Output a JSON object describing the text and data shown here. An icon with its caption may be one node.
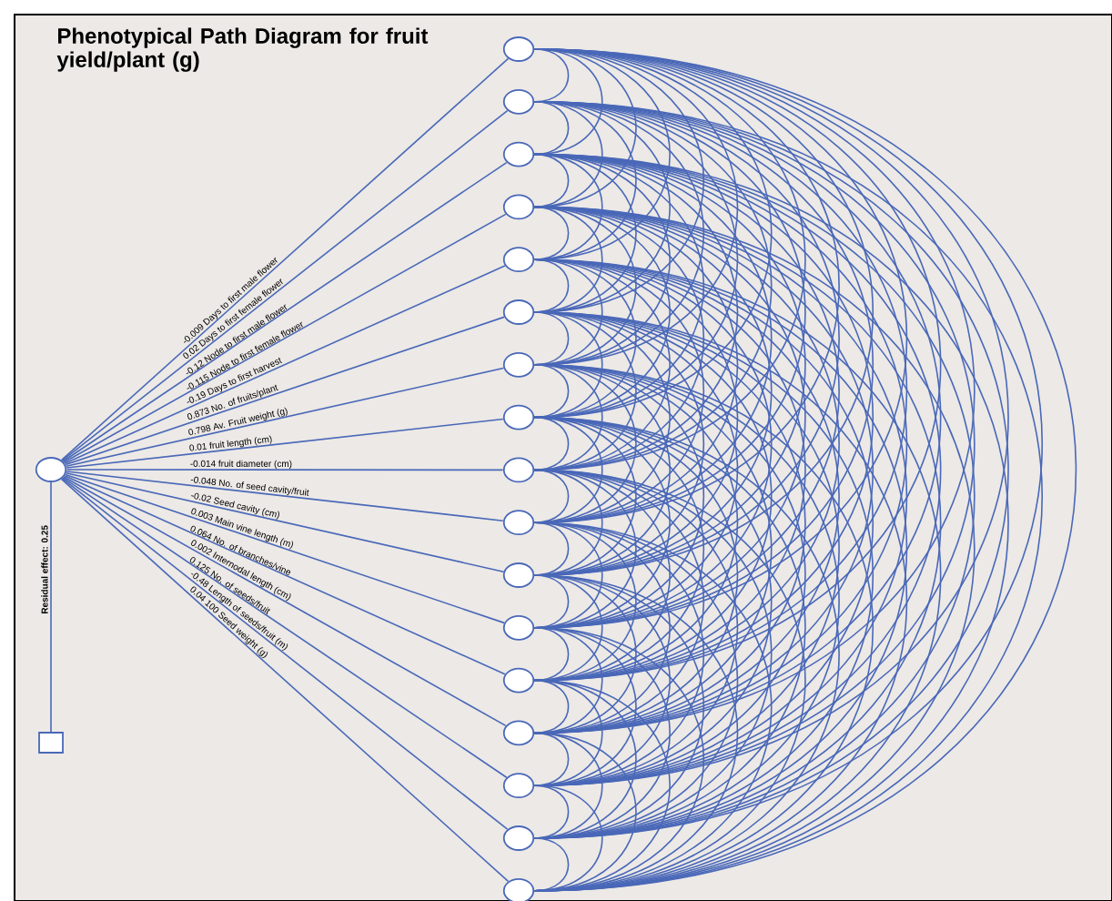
{
  "diagram": {
    "title": "Phenotypical Path Diagram for fruit yield/plant (g)",
    "nodes": [
      {
        "text": [],
        "shape": "circle"
      },
      {
        "text": [],
        "shape": "circle"
      },
      {
        "text": [],
        "shape": "circle"
      },
      {
        "text": [],
        "shape": "circle"
      },
      {
        "text": [],
        "shape": "circle"
      },
      {
        "text": [],
        "shape": "circle"
      },
      {
        "text": [],
        "shape": "circle"
      },
      {
        "text": [],
        "shape": "circle"
      },
      {
        "text": [],
        "shape": "circle"
      },
      {
        "text": [],
        "shape": "circle"
      },
      {
        "text": [],
        "shape": "circle"
      },
      {
        "text": [],
        "shape": "circle"
      },
      {
        "text": [],
        "shape": "circle"
      },
      {
        "text": [],
        "shape": "circle"
      },
      {
        "text": [],
        "shape": "circle"
      },
      {
        "text": [],
        "shape": "circle"
      },
      {
        "text": [],
        "shape": "circle"
      },
      {
        "text": [],
        "shape": "circle"
      },
      {
        "text": [],
        "shape": "box"
      }
    ],
    "edges": [
      {
        "from": 0,
        "to": 1,
        "arrow": "none",
        "label": "-0.009 Days to first male flower"
      },
      {
        "from": 0,
        "to": 2,
        "arrow": "none",
        "label": "0.02 Days to first female flower"
      },
      {
        "from": 0,
        "to": 3,
        "arrow": "none",
        "label": "-0.12 Node to first male flower"
      },
      {
        "from": 0,
        "to": 4,
        "arrow": "none",
        "label": "-0.115 Node to first female flower"
      },
      {
        "from": 0,
        "to": 5,
        "arrow": "none",
        "label": "-0.19 Days to first harvest"
      },
      {
        "from": 0,
        "to": 6,
        "arrow": "none",
        "label": "0.873 No. of fruits/plant"
      },
      {
        "from": 0,
        "to": 7,
        "arrow": "none",
        "label": "0.798 Av. Fruit weight (g)"
      },
      {
        "from": 0,
        "to": 8,
        "arrow": "none",
        "label": "0.01 fruit length (cm)"
      },
      {
        "from": 0,
        "to": 9,
        "arrow": "none",
        "label": "-0.014 fruit diameter (cm)"
      },
      {
        "from": 0,
        "to": 10,
        "arrow": "none",
        "label": "-0.048 No. of seed cavity/fruit"
      },
      {
        "from": 0,
        "to": 11,
        "arrow": "none",
        "label": "-0.02 Seed cavity (cm)"
      },
      {
        "from": 0,
        "to": 12,
        "arrow": "none",
        "label": "0.003 Main vine length (m)"
      },
      {
        "from": 0,
        "to": 13,
        "arrow": "none",
        "label": "0.064 No. of branches/vine"
      },
      {
        "from": 0,
        "to": 14,
        "arrow": "none",
        "label": "0.002 Internodal length (cm)"
      },
      {
        "from": 0,
        "to": 15,
        "arrow": "none",
        "label": "0.125 No. of seeds/fruit"
      },
      {
        "from": 0,
        "to": 16,
        "arrow": "none",
        "label": "-0.48 Length of seeds/fruit (m)"
      },
      {
        "from": 0,
        "to": 17,
        "arrow": "none",
        "label": "0.04 100 Seed weight (g)"
      },
      {
        "from": 0,
        "to": 18,
        "arrow": "none",
        "label": "Residual effect: 0.25"
      },
      {
        "from": 1,
        "to": 2,
        "arrow": "none"
      },
      {
        "from": 1,
        "to": 3,
        "arrow": "none"
      },
      {
        "from": 1,
        "to": 4,
        "arrow": "none"
      },
      {
        "from": 1,
        "to": 5,
        "arrow": "none"
      },
      {
        "from": 1,
        "to": 6,
        "arrow": "none"
      },
      {
        "from": 1,
        "to": 7,
        "arrow": "none"
      },
      {
        "from": 1,
        "to": 8,
        "arrow": "none"
      },
      {
        "from": 1,
        "to": 9,
        "arrow": "none"
      },
      {
        "from": 1,
        "to": 10,
        "arrow": "none"
      },
      {
        "from": 1,
        "to": 11,
        "arrow": "none"
      },
      {
        "from": 1,
        "to": 12,
        "arrow": "none"
      },
      {
        "from": 1,
        "to": 13,
        "arrow": "none"
      },
      {
        "from": 1,
        "to": 14,
        "arrow": "none"
      },
      {
        "from": 1,
        "to": 15,
        "arrow": "none"
      },
      {
        "from": 1,
        "to": 16,
        "arrow": "none"
      },
      {
        "from": 1,
        "to": 17,
        "arrow": "none"
      },
      {
        "from": 2,
        "to": 3,
        "arrow": "none"
      },
      {
        "from": 2,
        "to": 4,
        "arrow": "none"
      },
      {
        "from": 2,
        "to": 5,
        "arrow": "none"
      },
      {
        "from": 2,
        "to": 6,
        "arrow": "none"
      },
      {
        "from": 2,
        "to": 7,
        "arrow": "none"
      },
      {
        "from": 2,
        "to": 8,
        "arrow": "none"
      },
      {
        "from": 2,
        "to": 9,
        "arrow": "none"
      },
      {
        "from": 2,
        "to": 10,
        "arrow": "none"
      },
      {
        "from": 2,
        "to": 11,
        "arrow": "none"
      },
      {
        "from": 2,
        "to": 12,
        "arrow": "none"
      },
      {
        "from": 2,
        "to": 13,
        "arrow": "none"
      },
      {
        "from": 2,
        "to": 14,
        "arrow": "none"
      },
      {
        "from": 2,
        "to": 15,
        "arrow": "none"
      },
      {
        "from": 2,
        "to": 16,
        "arrow": "none"
      },
      {
        "from": 2,
        "to": 17,
        "arrow": "none"
      },
      {
        "from": 3,
        "to": 4,
        "arrow": "none"
      },
      {
        "from": 3,
        "to": 5,
        "arrow": "none"
      },
      {
        "from": 3,
        "to": 6,
        "arrow": "none"
      },
      {
        "from": 3,
        "to": 7,
        "arrow": "none"
      },
      {
        "from": 3,
        "to": 8,
        "arrow": "none"
      },
      {
        "from": 3,
        "to": 9,
        "arrow": "none"
      },
      {
        "from": 3,
        "to": 10,
        "arrow": "none"
      },
      {
        "from": 3,
        "to": 11,
        "arrow": "none"
      },
      {
        "from": 3,
        "to": 12,
        "arrow": "none"
      },
      {
        "from": 3,
        "to": 13,
        "arrow": "none"
      },
      {
        "from": 3,
        "to": 14,
        "arrow": "none"
      },
      {
        "from": 3,
        "to": 15,
        "arrow": "none"
      },
      {
        "from": 3,
        "to": 16,
        "arrow": "none"
      },
      {
        "from": 3,
        "to": 17,
        "arrow": "none"
      },
      {
        "from": 4,
        "to": 5,
        "arrow": "none"
      },
      {
        "from": 4,
        "to": 6,
        "arrow": "none"
      },
      {
        "from": 4,
        "to": 7,
        "arrow": "none"
      },
      {
        "from": 4,
        "to": 8,
        "arrow": "none"
      },
      {
        "from": 4,
        "to": 9,
        "arrow": "none"
      },
      {
        "from": 4,
        "to": 10,
        "arrow": "none"
      },
      {
        "from": 4,
        "to": 11,
        "arrow": "none"
      },
      {
        "from": 4,
        "to": 12,
        "arrow": "none"
      },
      {
        "from": 4,
        "to": 13,
        "arrow": "none"
      },
      {
        "from": 4,
        "to": 14,
        "arrow": "none"
      },
      {
        "from": 4,
        "to": 15,
        "arrow": "none"
      },
      {
        "from": 4,
        "to": 16,
        "arrow": "none"
      },
      {
        "from": 4,
        "to": 17,
        "arrow": "none"
      },
      {
        "from": 5,
        "to": 6,
        "arrow": "none"
      },
      {
        "from": 5,
        "to": 7,
        "arrow": "none"
      },
      {
        "from": 5,
        "to": 8,
        "arrow": "none"
      },
      {
        "from": 5,
        "to": 9,
        "arrow": "none"
      },
      {
        "from": 5,
        "to": 10,
        "arrow": "none"
      },
      {
        "from": 5,
        "to": 11,
        "arrow": "none"
      },
      {
        "from": 5,
        "to": 12,
        "arrow": "none"
      },
      {
        "from": 5,
        "to": 13,
        "arrow": "none"
      },
      {
        "from": 5,
        "to": 14,
        "arrow": "none"
      },
      {
        "from": 5,
        "to": 15,
        "arrow": "none"
      },
      {
        "from": 5,
        "to": 16,
        "arrow": "none"
      },
      {
        "from": 5,
        "to": 17,
        "arrow": "none"
      },
      {
        "from": 6,
        "to": 7,
        "arrow": "none"
      },
      {
        "from": 6,
        "to": 8,
        "arrow": "none"
      },
      {
        "from": 6,
        "to": 9,
        "arrow": "none"
      },
      {
        "from": 6,
        "to": 10,
        "arrow": "none"
      },
      {
        "from": 6,
        "to": 11,
        "arrow": "none"
      },
      {
        "from": 6,
        "to": 12,
        "arrow": "none"
      },
      {
        "from": 6,
        "to": 13,
        "arrow": "none"
      },
      {
        "from": 6,
        "to": 14,
        "arrow": "none"
      },
      {
        "from": 6,
        "to": 15,
        "arrow": "none"
      },
      {
        "from": 6,
        "to": 16,
        "arrow": "none"
      },
      {
        "from": 6,
        "to": 17,
        "arrow": "none"
      },
      {
        "from": 7,
        "to": 8,
        "arrow": "none"
      },
      {
        "from": 7,
        "to": 9,
        "arrow": "none"
      },
      {
        "from": 7,
        "to": 10,
        "arrow": "none"
      },
      {
        "from": 7,
        "to": 11,
        "arrow": "none"
      },
      {
        "from": 7,
        "to": 12,
        "arrow": "none"
      },
      {
        "from": 7,
        "to": 13,
        "arrow": "none"
      },
      {
        "from": 7,
        "to": 14,
        "arrow": "none"
      },
      {
        "from": 7,
        "to": 15,
        "arrow": "none"
      },
      {
        "from": 7,
        "to": 16,
        "arrow": "none"
      },
      {
        "from": 7,
        "to": 17,
        "arrow": "none"
      },
      {
        "from": 8,
        "to": 9,
        "arrow": "none"
      },
      {
        "from": 8,
        "to": 10,
        "arrow": "none"
      },
      {
        "from": 8,
        "to": 11,
        "arrow": "none"
      },
      {
        "from": 8,
        "to": 12,
        "arrow": "none"
      },
      {
        "from": 8,
        "to": 13,
        "arrow": "none"
      },
      {
        "from": 8,
        "to": 14,
        "arrow": "none"
      },
      {
        "from": 8,
        "to": 15,
        "arrow": "none"
      },
      {
        "from": 8,
        "to": 16,
        "arrow": "none"
      },
      {
        "from": 8,
        "to": 17,
        "arrow": "none"
      },
      {
        "from": 9,
        "to": 10,
        "arrow": "none"
      },
      {
        "from": 9,
        "to": 11,
        "arrow": "none"
      },
      {
        "from": 9,
        "to": 12,
        "arrow": "none"
      },
      {
        "from": 9,
        "to": 13,
        "arrow": "none"
      },
      {
        "from": 9,
        "to": 14,
        "arrow": "none"
      },
      {
        "from": 9,
        "to": 15,
        "arrow": "none"
      },
      {
        "from": 9,
        "to": 16,
        "arrow": "none"
      },
      {
        "from": 9,
        "to": 17,
        "arrow": "none"
      },
      {
        "from": 10,
        "to": 11,
        "arrow": "none"
      },
      {
        "from": 10,
        "to": 12,
        "arrow": "none"
      },
      {
        "from": 10,
        "to": 13,
        "arrow": "none"
      },
      {
        "from": 10,
        "to": 14,
        "arrow": "none"
      },
      {
        "from": 10,
        "to": 15,
        "arrow": "none"
      },
      {
        "from": 10,
        "to": 16,
        "arrow": "none"
      },
      {
        "from": 10,
        "to": 17,
        "arrow": "none"
      },
      {
        "from": 11,
        "to": 12,
        "arrow": "none"
      },
      {
        "from": 11,
        "to": 13,
        "arrow": "none"
      },
      {
        "from": 11,
        "to": 14,
        "arrow": "none"
      },
      {
        "from": 11,
        "to": 15,
        "arrow": "none"
      },
      {
        "from": 11,
        "to": 16,
        "arrow": "none"
      },
      {
        "from": 11,
        "to": 17,
        "arrow": "none"
      },
      {
        "from": 12,
        "to": 13,
        "arrow": "none"
      },
      {
        "from": 12,
        "to": 14,
        "arrow": "none"
      },
      {
        "from": 12,
        "to": 15,
        "arrow": "none"
      },
      {
        "from": 12,
        "to": 16,
        "arrow": "none"
      },
      {
        "from": 12,
        "to": 17,
        "arrow": "none"
      },
      {
        "from": 13,
        "to": 14,
        "arrow": "none"
      },
      {
        "from": 13,
        "to": 15,
        "arrow": "none"
      },
      {
        "from": 13,
        "to": 16,
        "arrow": "none"
      },
      {
        "from": 13,
        "to": 17,
        "arrow": "none"
      },
      {
        "from": 14,
        "to": 15,
        "arrow": "none"
      },
      {
        "from": 14,
        "to": 16,
        "arrow": "none"
      },
      {
        "from": 14,
        "to": 17,
        "arrow": "none"
      },
      {
        "from": 15,
        "to": 16,
        "arrow": "none"
      },
      {
        "from": 15,
        "to": 17,
        "arrow": "none"
      },
      {
        "from": 16,
        "to": 17,
        "arrow": "none"
      }
    ]
  }
}
